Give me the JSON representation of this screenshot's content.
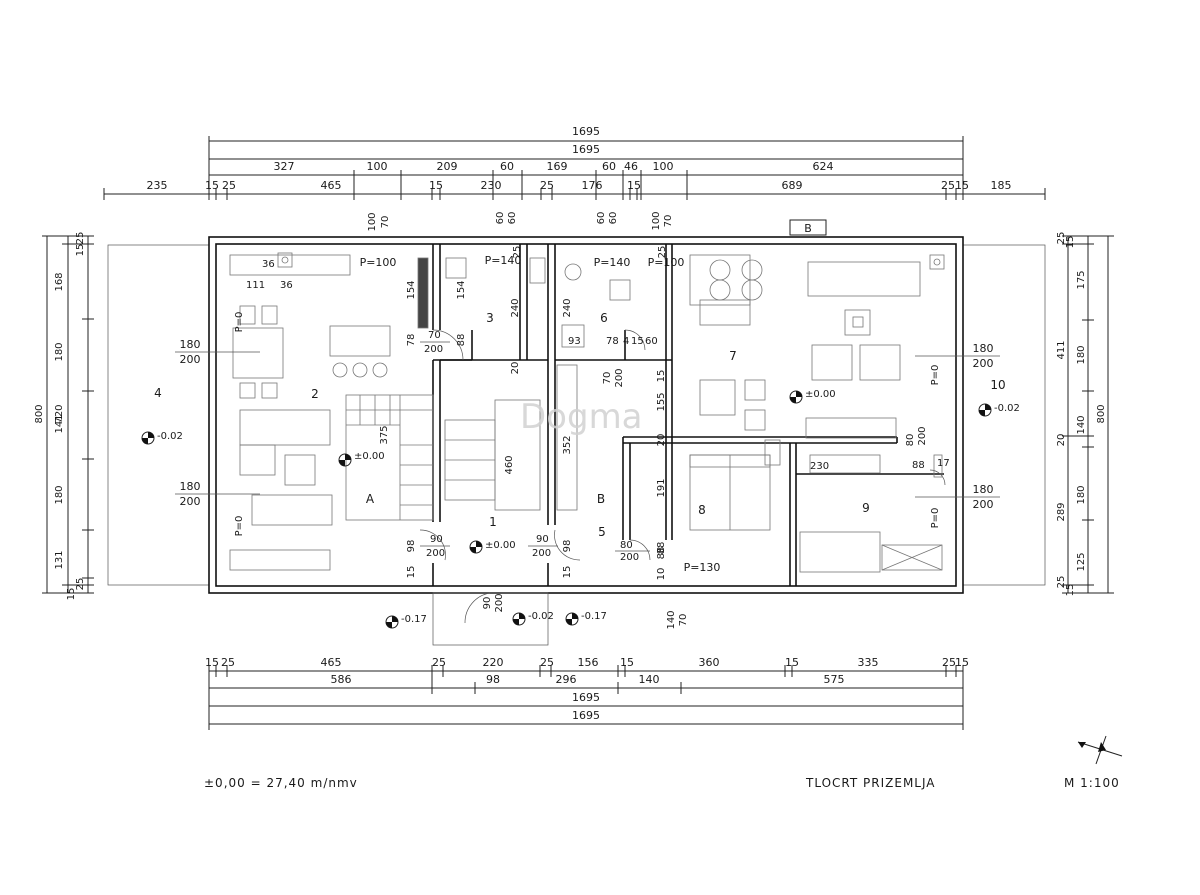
{
  "dims_top": {
    "r1": "1695",
    "r2": "1695",
    "r3": [
      "327",
      "100",
      "209",
      "60",
      "169",
      "60",
      "46",
      "100",
      "624"
    ],
    "r4": [
      "235",
      "15",
      "25",
      "465",
      "15",
      "230",
      "25",
      "176",
      "15",
      "689",
      "25",
      "15",
      "185"
    ],
    "window_marks": [
      "100",
      "70",
      "60",
      "60",
      "60",
      "60",
      "100",
      "70",
      "25",
      "25"
    ]
  },
  "dims_bottom": {
    "r1": [
      "15",
      "25",
      "465",
      "25",
      "220",
      "25",
      "156",
      "15",
      "360",
      "15",
      "335",
      "25",
      "15"
    ],
    "r2": [
      "586",
      "98",
      "296",
      "140",
      "575"
    ],
    "r3": "1695",
    "r4": "1695"
  },
  "dims_left": {
    "outer": "800",
    "inner": "720",
    "segments": [
      "25",
      "15",
      "168",
      "180",
      "141",
      "180",
      "131",
      "25",
      "15"
    ]
  },
  "dims_right": {
    "outer": "800",
    "mid": [
      "411",
      "289"
    ],
    "segments": [
      "25",
      "15",
      "175",
      "180",
      "140",
      "20",
      "180",
      "125",
      "25",
      "15"
    ]
  },
  "rooms": [
    "1",
    "2",
    "3",
    "4",
    "5",
    "6",
    "7",
    "8",
    "9",
    "10"
  ],
  "window_labels": {
    "w_p100_a": "P=100",
    "w_p140_a": "P=140",
    "w_p140_b": "P=140",
    "w_p100_b": "P=100",
    "w_p130": "P=130",
    "w_p0_left_a": "P=0",
    "w_p0_left_b": "P=0",
    "w_p0_right_a": "P=0",
    "w_p0_right_b": "P=0",
    "w_180": "180",
    "w_200": "200"
  },
  "interior_dims": [
    "36",
    "111",
    "36",
    "154",
    "154",
    "70",
    "200",
    "78",
    "88",
    "240",
    "240",
    "93",
    "78",
    "4",
    "15",
    "60",
    "70",
    "200",
    "15",
    "20",
    "375",
    "460",
    "352",
    "155",
    "20",
    "191",
    "80",
    "200",
    "88",
    "80",
    "200",
    "88",
    "17",
    "230",
    "90",
    "200",
    "98",
    "90",
    "200",
    "98",
    "15",
    "15",
    "10",
    "88",
    "90",
    "200",
    "140",
    "70"
  ],
  "levels": {
    "l_room2": "±0.00",
    "l_room7": "±0.00",
    "l_room1": "±0.00",
    "l_room4": "-0.02",
    "l_room10": "-0.02",
    "l_entry_left": "-0.17",
    "l_entry_mid": "-0.02",
    "l_entry_right": "-0.17"
  },
  "markers": {
    "section_a": "A",
    "section_b": "B",
    "section_b_top": "B"
  },
  "watermark": "Dogma",
  "footer": {
    "level_note": "±0,00 = 27,40 m/nmv",
    "title": "TLOCRT PRIZEMLJA",
    "scale": "M   1:100"
  }
}
